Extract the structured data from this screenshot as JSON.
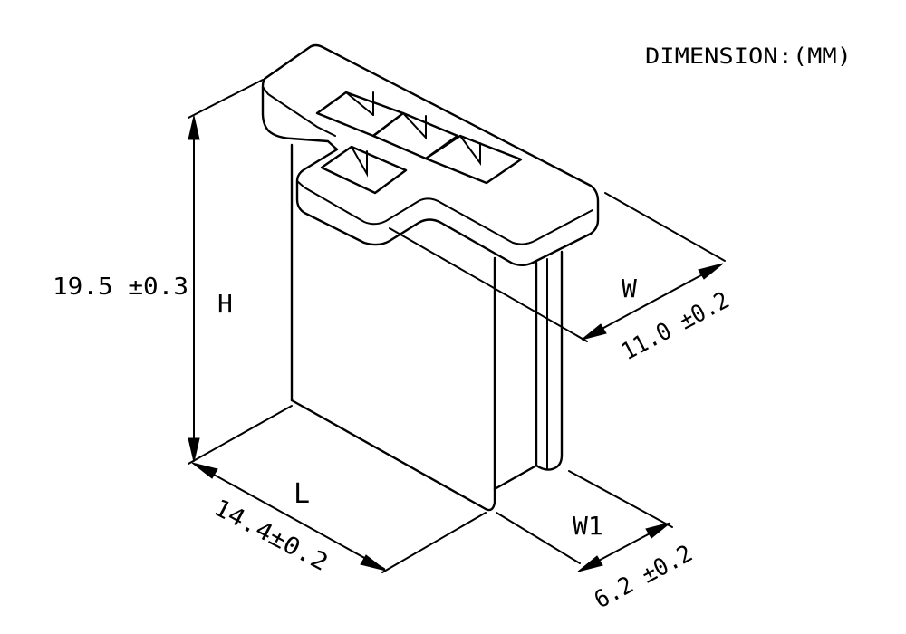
{
  "units_label": "DIMENSION:(MM)",
  "dimensions": {
    "height": {
      "symbol": "H",
      "value": "19.5 ±0.3"
    },
    "length": {
      "symbol": "L",
      "value": "14.4±0.2"
    },
    "width": {
      "symbol": "W",
      "value": "11.0 ±0.2"
    },
    "width1": {
      "symbol": "W1",
      "value": "6.2 ±0.2"
    }
  }
}
